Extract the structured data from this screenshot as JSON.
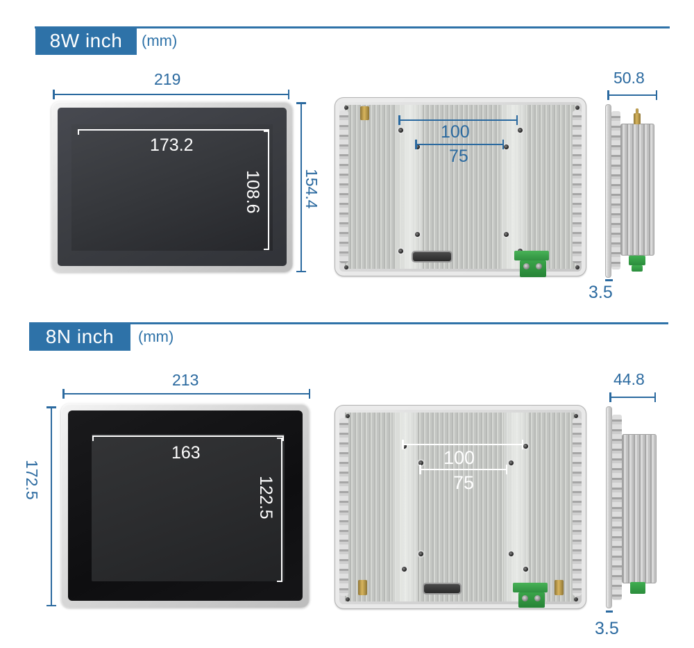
{
  "colors": {
    "accent": "#2e72a8",
    "dim_blue": "#2a699f",
    "dim_white": "#ffffff"
  },
  "sections": [
    {
      "title": "8W inch",
      "unit": "(mm)",
      "front": {
        "overall_width": "219",
        "overall_height": "154.4",
        "display_width": "173.2",
        "display_height": "108.6"
      },
      "rear": {
        "mount_100": "100",
        "mount_75": "75"
      },
      "side": {
        "depth": "50.8",
        "panel_thickness": "3.5"
      }
    },
    {
      "title": "8N inch",
      "unit": "(mm)",
      "front": {
        "overall_width": "213",
        "overall_height": "172.5",
        "display_width": "163",
        "display_height": "122.5"
      },
      "rear": {
        "mount_100": "100",
        "mount_75": "75"
      },
      "side": {
        "depth": "44.8",
        "panel_thickness": "3.5"
      }
    }
  ]
}
